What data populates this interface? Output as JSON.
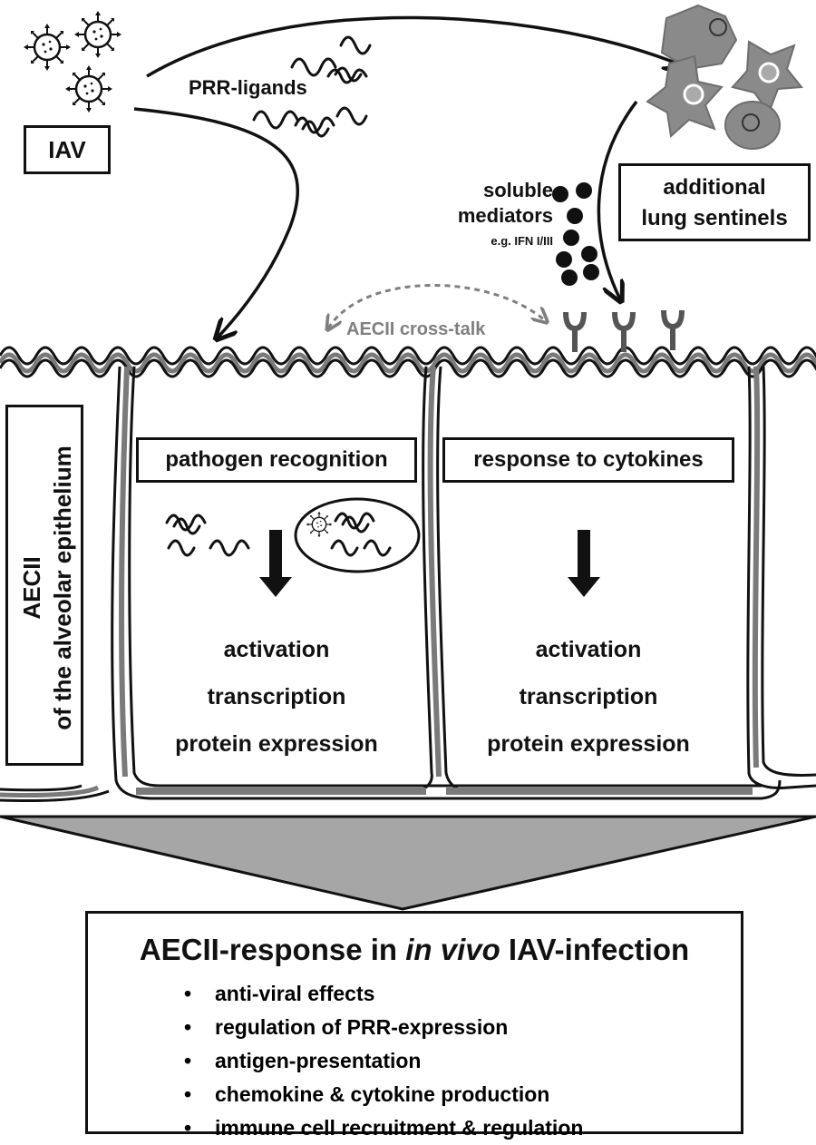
{
  "labels": {
    "iav": "IAV",
    "prr_ligands": "PRR-ligands",
    "soluble_mediators": [
      "soluble",
      "mediators"
    ],
    "mediator_example": "e.g. IFN I/III",
    "lung_sentinels": [
      "additional",
      "lung sentinels"
    ],
    "cross_talk": "AECII cross-talk",
    "side_title": [
      "AECII",
      "of the alveolar epithelium"
    ]
  },
  "cells": [
    {
      "title": "pathogen recognition",
      "steps": [
        "activation",
        "transcription",
        "protein expression"
      ]
    },
    {
      "title": "response to cytokines",
      "steps": [
        "activation",
        "transcription",
        "protein expression"
      ]
    }
  ],
  "summary": {
    "title_before": "AECII-response in ",
    "title_italic": "in vivo",
    "title_after": " IAV-infection",
    "bullet_symbol": "•",
    "items": [
      "anti-viral effects",
      "regulation of PRR-expression",
      "antigen-presentation",
      "chemokine & cytokine production",
      "immune cell recruitment & regulation"
    ]
  },
  "colors": {
    "ink": "#111111",
    "cell_fill": "#7a7a7a",
    "funnel_fill": "#a6a6a6",
    "cross_talk_gray": "#7f7f7f"
  },
  "icons": [
    "virus-icon",
    "rna-strand-icon",
    "sentinel-cell-icon",
    "mediator-dot-icon",
    "receptor-icon",
    "down-arrow-icon"
  ]
}
